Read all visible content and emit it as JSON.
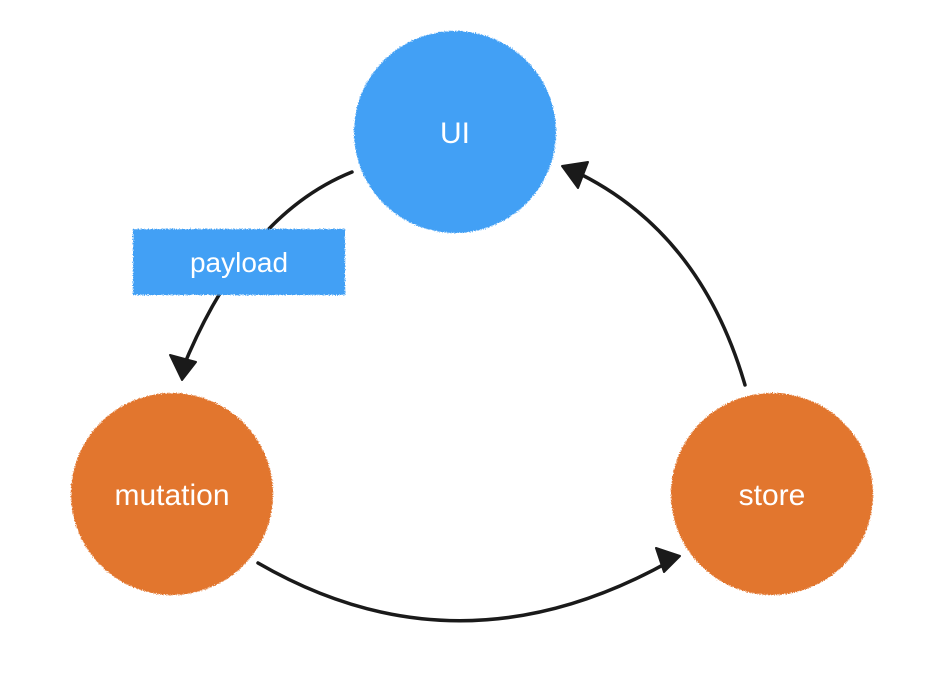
{
  "nodes": {
    "ui": {
      "label": "UI",
      "color": "#42A0F5"
    },
    "mutation": {
      "label": "mutation",
      "color": "#E2762E"
    },
    "store": {
      "label": "store",
      "color": "#E2762E"
    }
  },
  "tag": {
    "label": "payload",
    "color": "#42A0F5"
  },
  "edges": [
    {
      "from": "UI",
      "to": "mutation",
      "via": "payload"
    },
    {
      "from": "mutation",
      "to": "store"
    },
    {
      "from": "store",
      "to": "UI"
    }
  ],
  "edge_color": "#1a1a1a"
}
